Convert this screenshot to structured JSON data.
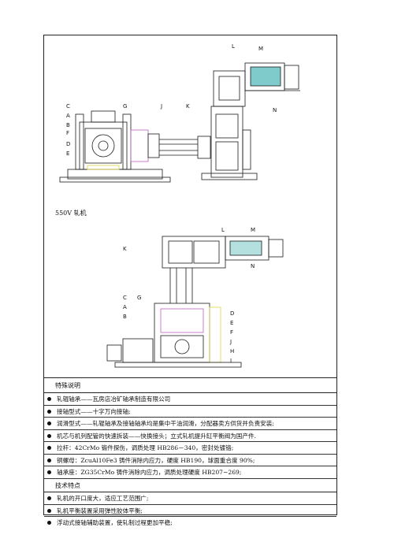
{
  "figure1": {
    "caption": "550V 轧机",
    "labels": [
      "L",
      "M",
      "C",
      "G",
      "J",
      "K",
      "A",
      "B",
      "F",
      "D",
      "E",
      "N"
    ]
  },
  "figure2": {
    "labels": [
      "L",
      "M",
      "K",
      "N",
      "C",
      "G",
      "A",
      "B",
      "D",
      "E",
      "F",
      "J",
      "H",
      "I"
    ]
  },
  "special": {
    "title": "特殊说明",
    "items": [
      "轧辊轴承——瓦房店冶矿轴承制造有限公司",
      "接轴型式——十字万向接轴;",
      "润滑型式——轧辊轴承及接轴轴承均是集中干油润滑，分配器卖方供货并负责安装;",
      "机芯与机列配管的快速拆装——快换接头；立式轧机提升缸平衡阀为国产件.",
      "拉杆：42CrMo 锻件探伤，调质处理 HB286－340，密封处镀铬;",
      "铜螺母：ZcuAl10Fe3 铸件消除内应力，硬度 HB190，球面重合度 90%;",
      "轴承座：ZG35CrMo 铸件消除内应力，调质处理硬度 HB207~269;"
    ]
  },
  "tech": {
    "title": "技术特点",
    "items": [
      "轧机的开口度大，适应工艺范围广;",
      "轧机平衡装置采用弹性胶体平衡;",
      "浮动式接轴辅助装置，使轧制过程更加平稳;"
    ]
  },
  "colors": {
    "line": "#1a1a1a",
    "motor_teal": "#2aa7a7",
    "frame_yellow": "#e0d84a",
    "chock_magenta": "#c060c0"
  }
}
